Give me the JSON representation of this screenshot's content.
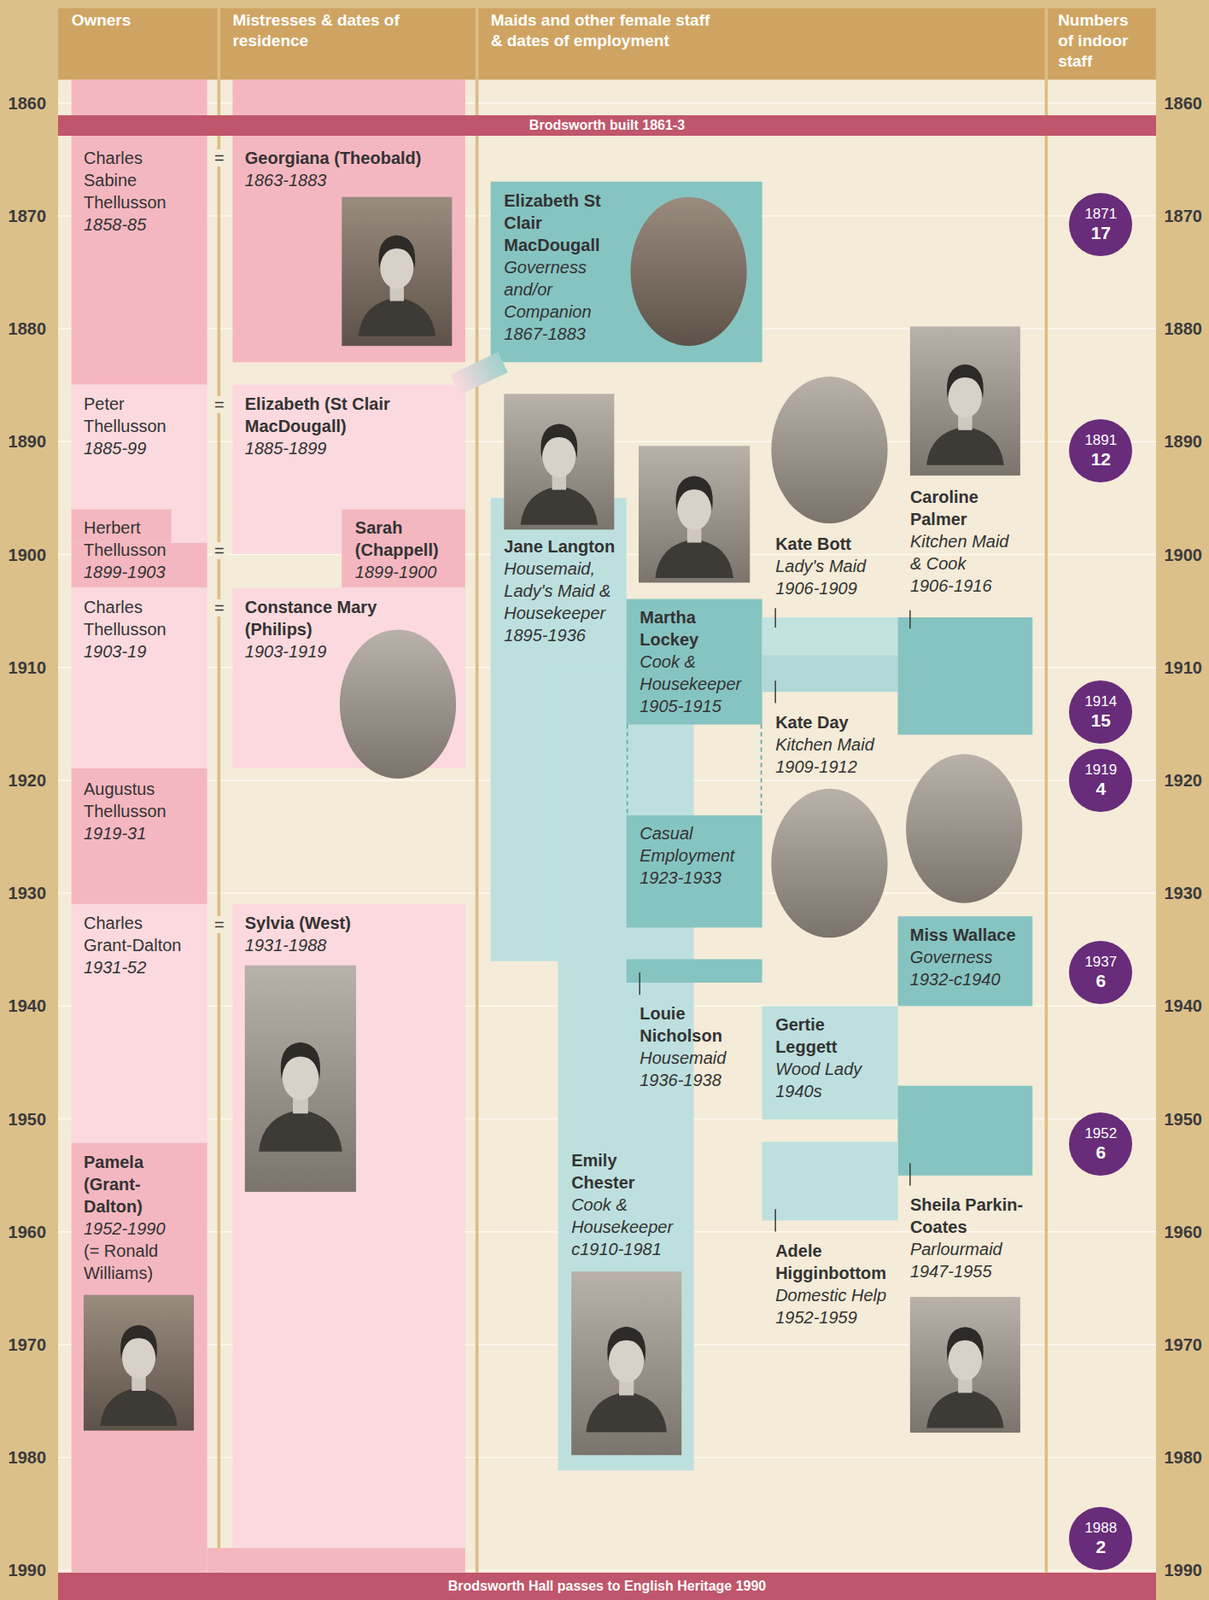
{
  "diagram": {
    "nodes": [
      {
        "text": [
          "Brodsworth built 1861-3"
        ]
      },
      {
        "text": [
          "Charles Sabine Thellusson",
          "1858-85"
        ]
      },
      {
        "text": [
          "Georgiana (Theobald)",
          "1863-1883"
        ]
      },
      {
        "text": [
          "Elizabeth St Clair MacDougall",
          "Governess and/or Companion",
          "1867-1883"
        ]
      },
      {
        "text": [
          "1871",
          "17"
        ]
      },
      {
        "text": [
          "Peter Thellusson",
          "1885-99"
        ]
      },
      {
        "text": [
          "Elizabeth (St Clair MacDougall)",
          "1885-1899"
        ]
      },
      {
        "text": [
          "1891",
          "12"
        ]
      },
      {
        "text": [
          "Herbert Thellusson",
          "1899-1903"
        ]
      },
      {
        "text": [
          "Sarah (Chappell)",
          "1899-1900"
        ]
      },
      {
        "text": [
          "Jane Langton",
          "Housemaid, Lady's Maid & Housekeeper",
          "1895-1936"
        ]
      },
      {
        "text": [
          "Kate Bott",
          "Lady's Maid",
          "1906-1909"
        ]
      },
      {
        "text": [
          "Caroline Palmer",
          "Kitchen Maid & Cook",
          "1906-1916"
        ]
      },
      {
        "text": [
          "Charles Thellusson",
          "1903-19"
        ]
      },
      {
        "text": [
          "Constance Mary (Philips)",
          "1903-1919"
        ]
      },
      {
        "text": [
          "Martha Lockey",
          "Cook & Housekeeper",
          "1905-1915"
        ]
      },
      {
        "text": [
          "Kate Day",
          "Kitchen Maid",
          "1909-1912"
        ]
      },
      {
        "text": [
          "1914",
          "15"
        ]
      },
      {
        "text": [
          "1919",
          "4"
        ]
      },
      {
        "text": [
          "Augustus Thellusson",
          "1919-31"
        ]
      },
      {
        "text": [
          "Casual Employment",
          "1923-1933"
        ]
      },
      {
        "text": [
          "Charles Grant-Dalton",
          "1931-52"
        ]
      },
      {
        "text": [
          "Sylvia (West)",
          "1931-1988"
        ]
      },
      {
        "text": [
          "Miss Wallace",
          "Governess",
          "1932-c1940"
        ]
      },
      {
        "text": [
          "1937",
          "6"
        ]
      },
      {
        "text": [
          "Louie Nicholson",
          "Housemaid",
          "1936-1938"
        ]
      },
      {
        "text": [
          "Gertie Leggett",
          "Wood Lady",
          "1940s"
        ]
      },
      {
        "text": [
          "Pamela (Grant-Dalton)",
          "1952-1990",
          "(= Ronald Williams)"
        ]
      },
      {
        "text": [
          "1952",
          "6"
        ]
      },
      {
        "text": [
          "Emily Chester",
          "Cook & Housekeeper",
          "c1910-1981"
        ]
      },
      {
        "text": [
          "Sheila Parkin-Coates",
          "Parlourmaid",
          "1947-1955"
        ]
      },
      {
        "text": [
          "Adele Higginbottom",
          "Domestic Help",
          "1952-1959"
        ]
      },
      {
        "text": [
          "1988",
          "2"
        ]
      },
      {
        "text": [
          "Brodsworth Hall passes to English Heritage 1990"
        ]
      }
    ],
    "edges": [
      {
        "from": 3,
        "to": 6,
        "arrow": "none"
      },
      {
        "from": 15,
        "to": 20,
        "arrow": "none"
      }
    ],
    "labels": [
      "Owners",
      "Mistresses & dates of residence",
      "Maids and other female staff & dates of employment",
      "Numbers of indoor staff",
      "1860",
      "1860",
      "1870",
      "1870",
      "1880",
      "1880",
      "1890",
      "1890",
      "1900",
      "1900",
      "1910",
      "1910",
      "1920",
      "1920",
      "1930",
      "1930",
      "1940",
      "1940",
      "1950",
      "1950",
      "1960",
      "1960",
      "1970",
      "1970",
      "1980",
      "1980",
      "1990",
      "1990",
      "=",
      "=",
      "=",
      "=",
      "="
    ]
  }
}
